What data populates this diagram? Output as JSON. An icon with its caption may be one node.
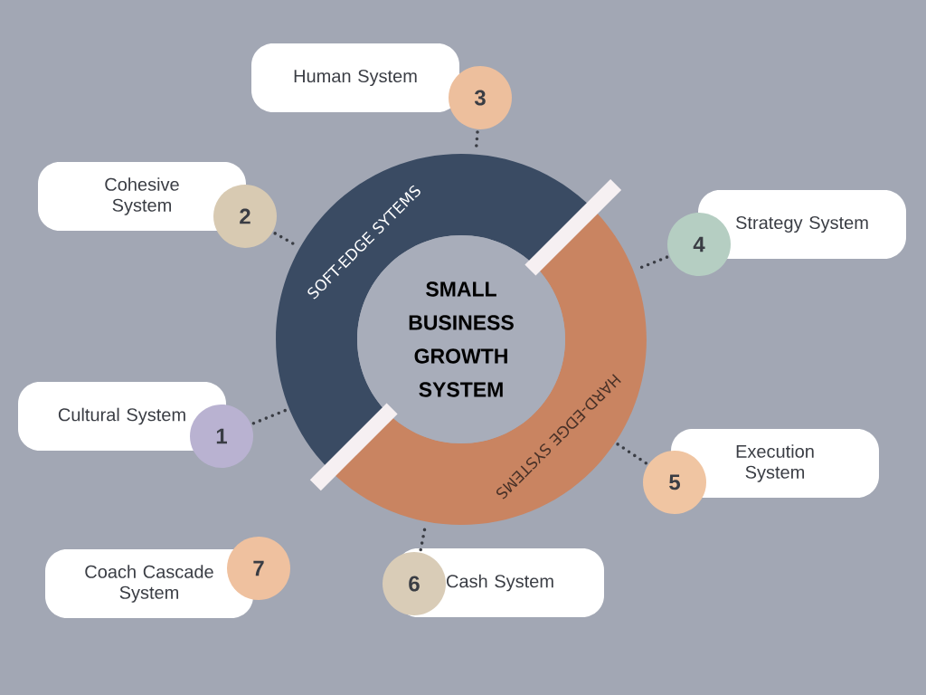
{
  "diagram": {
    "nodes": [
      {
        "text": [
          "SOFT-EDGE SYTEMS"
        ]
      },
      {
        "text": [
          "HARD-EDGE SYSTEMS"
        ]
      },
      {
        "text": [
          "SMALL BUSINESS GROWTH SYSTEM"
        ]
      },
      {
        "text": [
          "Human System"
        ]
      },
      {
        "text": [
          "3"
        ]
      },
      {
        "text": [
          "Cohesive System"
        ]
      },
      {
        "text": [
          "2"
        ]
      },
      {
        "text": [
          "Strategy System"
        ]
      },
      {
        "text": [
          "4"
        ]
      },
      {
        "text": [
          "Cultural System"
        ]
      },
      {
        "text": [
          "1"
        ]
      },
      {
        "text": [
          "Execution System"
        ]
      },
      {
        "text": [
          "5"
        ]
      },
      {
        "text": [
          "Coach Cascade System"
        ]
      },
      {
        "text": [
          "7"
        ]
      },
      {
        "text": [
          "Cash System"
        ]
      },
      {
        "text": [
          "6"
        ]
      }
    ],
    "edges": [
      {
        "from": 4,
        "to": 0,
        "arrow": "none"
      },
      {
        "from": 6,
        "to": 0,
        "arrow": "none"
      },
      {
        "from": 8,
        "to": 1,
        "arrow": "none"
      },
      {
        "from": 10,
        "to": 0,
        "arrow": "none"
      },
      {
        "from": 12,
        "to": 1,
        "arrow": "none"
      },
      {
        "from": 16,
        "to": 1,
        "arrow": "none"
      }
    ]
  }
}
